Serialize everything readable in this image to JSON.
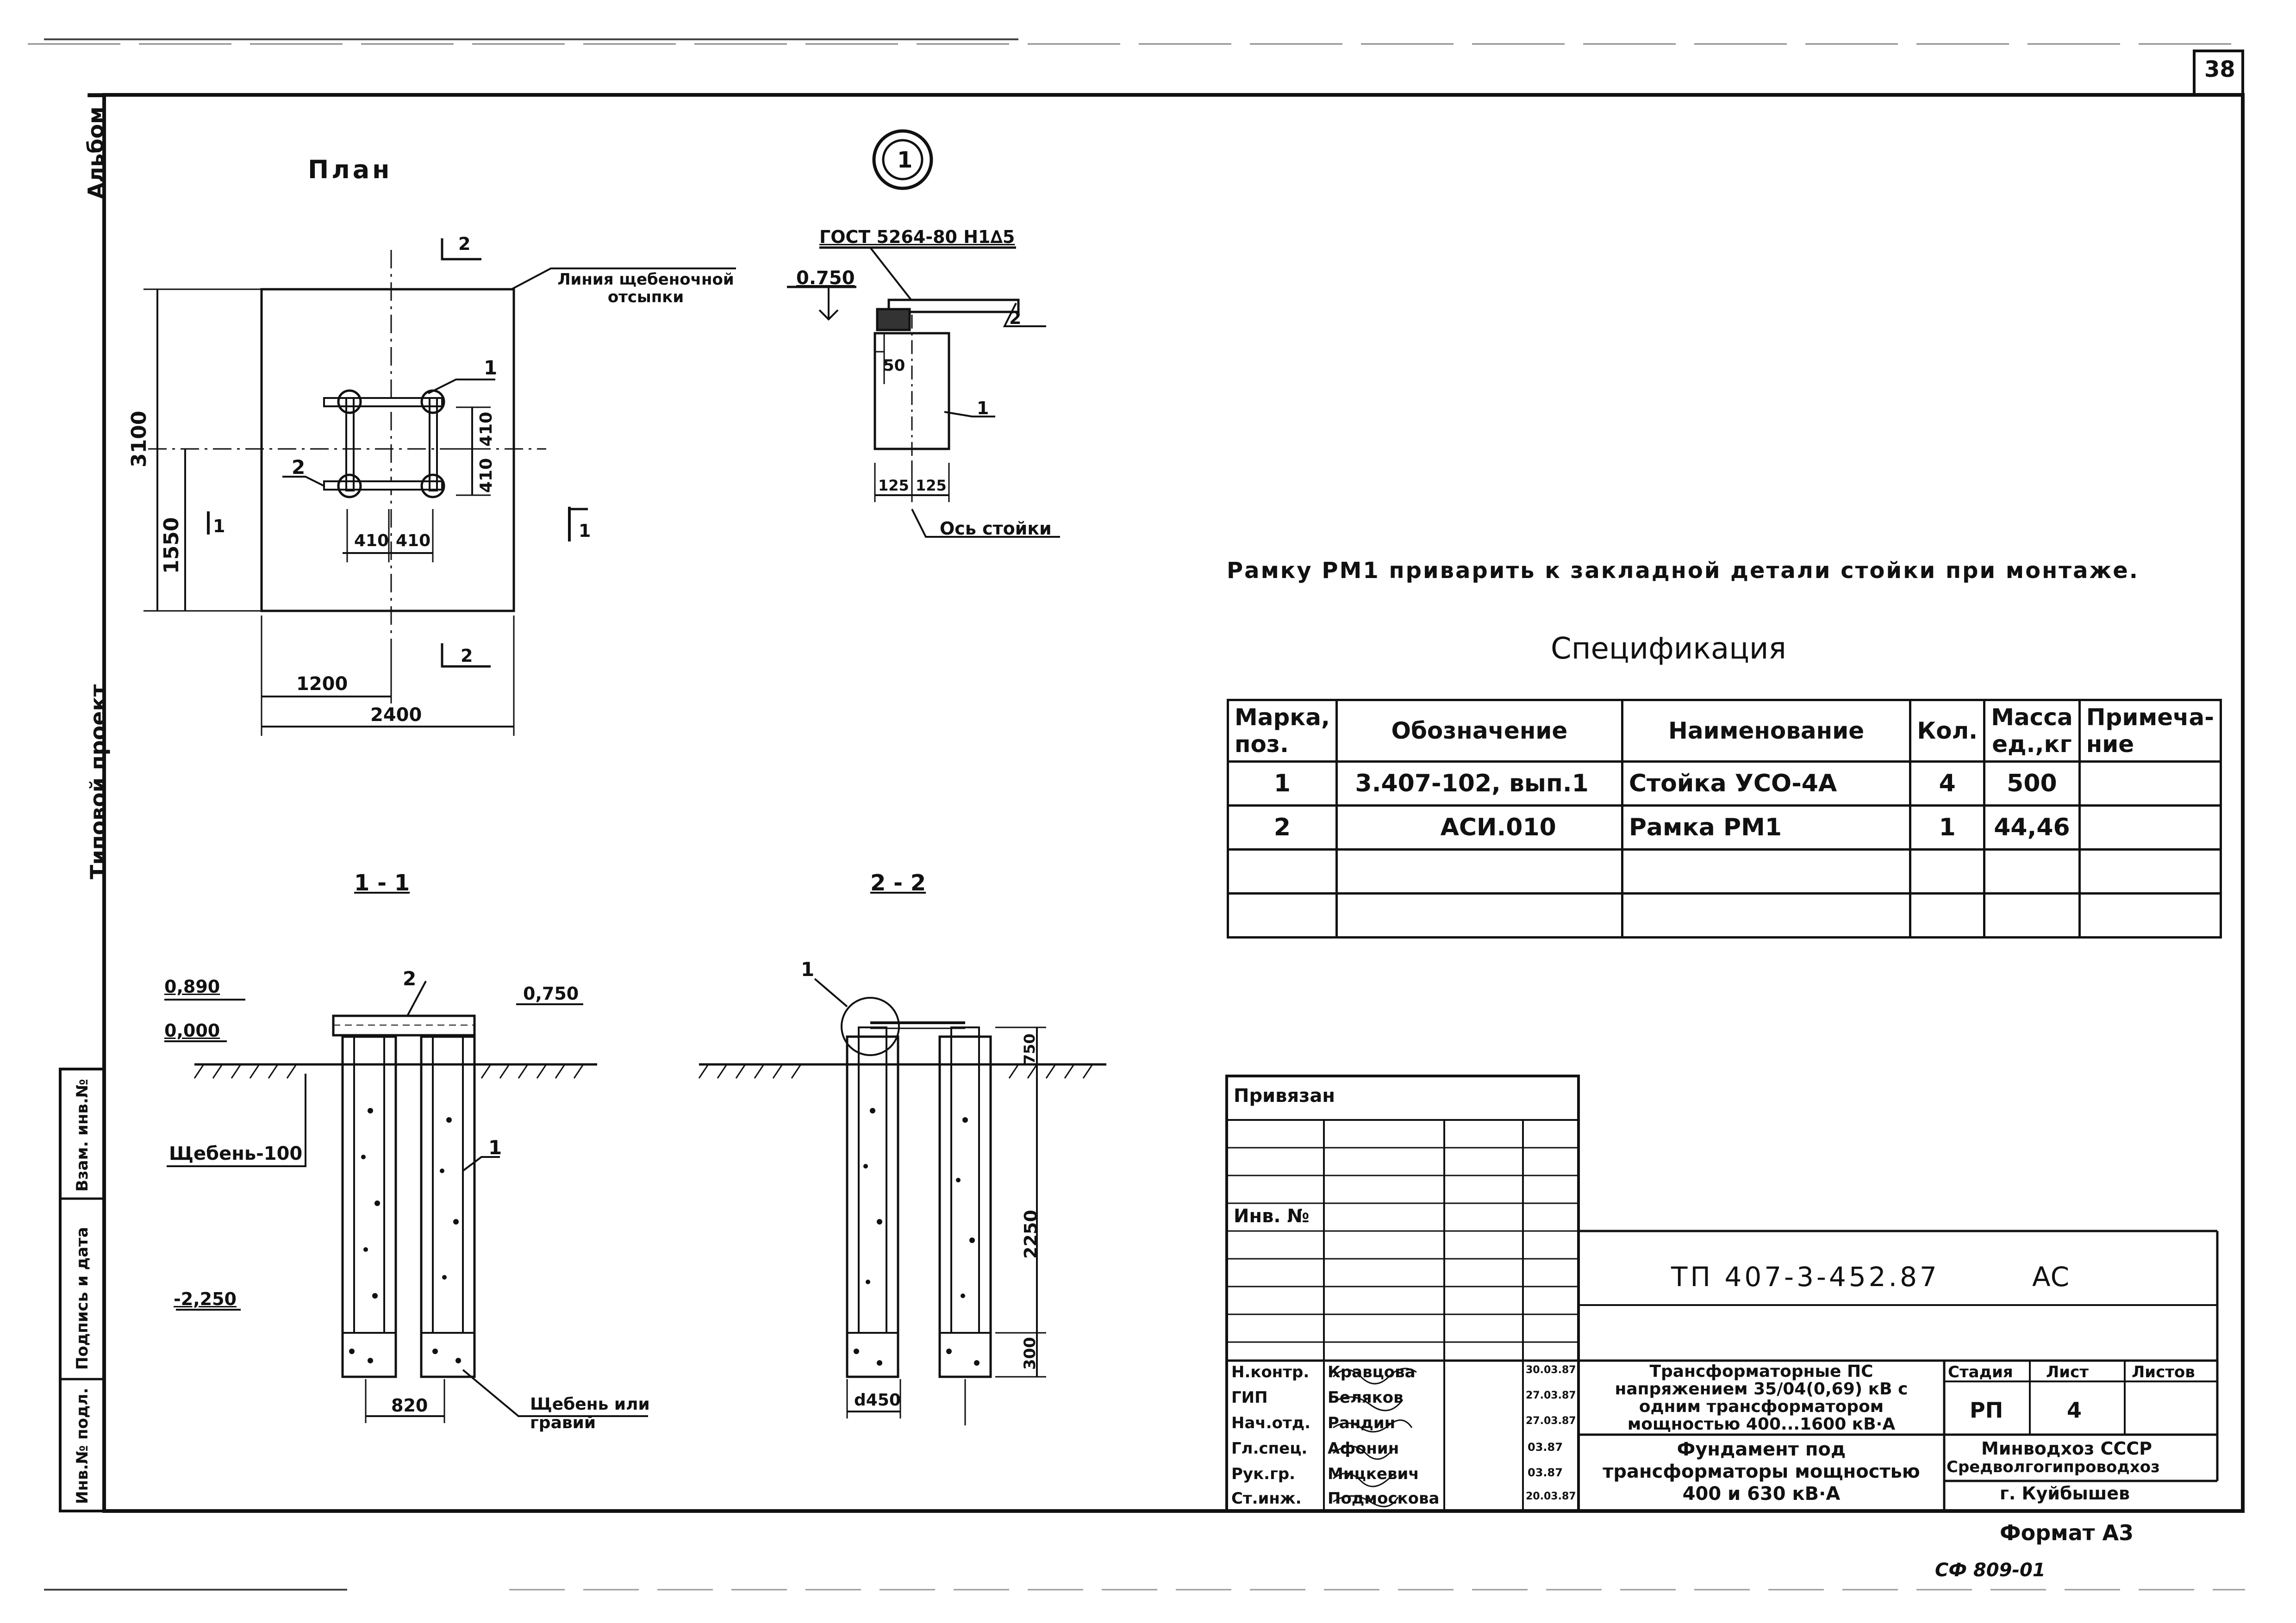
{
  "sheet": {
    "page_number": "38",
    "side_album": "Альбом I",
    "side_project": "Типовой проект",
    "side_columns": [
      "Инв.№ подл.",
      "Подпись и дата",
      "Взам. инв.№"
    ],
    "format": "Формат А3",
    "code": "СФ 809-01"
  },
  "plan": {
    "title": "План",
    "marker": "1",
    "gravel_line_label": "Линия щебеночной отсыпки",
    "dim_3100": "3100",
    "dim_1550": "1550",
    "dim_1200": "1200",
    "dim_2400": "2400",
    "dim_410": "410",
    "pos1": "1",
    "pos2": "2",
    "section1": "1",
    "section2": "2"
  },
  "detail": {
    "gost": "ГОСТ 5264-80 Н1∆5",
    "level": "0.750",
    "dim_50": "50",
    "dim_125": "125",
    "axis_label": "Ось стойки",
    "pos1": "1",
    "pos2": "2"
  },
  "note": "Рамку РМ1 приварить к закладной детали стойки при монтаже.",
  "spec": {
    "title": "Спецификация",
    "headers": [
      "Марка, поз.",
      "Обозначение",
      "Наименование",
      "Кол.",
      "Масса ед.,кг",
      "Примеча-ние"
    ],
    "rows": [
      [
        "1",
        "3.407-102, вып.1",
        "Стойка УСО-4А",
        "4",
        "500",
        ""
      ],
      [
        "2",
        "АСИ.010",
        "Рамка РМ1",
        "1",
        "44,46",
        ""
      ]
    ]
  },
  "section_1_1": {
    "title": "1 - 1",
    "level_top": "0,890",
    "level_zero": "0,000",
    "level_right": "0,750",
    "level_bottom": "-2,250",
    "gravel_100": "Щебень-100",
    "gravel_bottom": "Щебень или гравий",
    "dim_820": "820",
    "pos1": "1",
    "pos2": "2"
  },
  "section_2_2": {
    "title": "2 - 2",
    "dim_750": "750",
    "dim_2250": "2250",
    "dim_300": "300",
    "dim_d450": "d450",
    "pos1": "1"
  },
  "title_block": {
    "privyazan": "Привязан",
    "inv_no": "Инв. №",
    "doc_code": "ТП 407-3-452.87",
    "doc_suffix": "АС",
    "roles": [
      {
        "role": "Н.контр.",
        "name": "Кравцова",
        "date": "30.03.87"
      },
      {
        "role": "ГИП",
        "name": "Беляков",
        "date": "27.03.87"
      },
      {
        "role": "Нач.отд.",
        "name": "Рандин",
        "date": "27.03.87"
      },
      {
        "role": "Гл.спец.",
        "name": "Афонин",
        "date": "03.87"
      },
      {
        "role": "Рук.гр.",
        "name": "Мицкевич",
        "date": "03.87"
      },
      {
        "role": "Ст.инж.",
        "name": "Подмоскова",
        "date": "20.03.87"
      }
    ],
    "project_title": "Трансформаторные ПС напряжением 35/04(0,69) кВ с одним трансформатором мощностью 400...1600 кВ·А",
    "sheet_title": "Фундамент под трансформаторы мощностью 400 и 630 кВ·А",
    "stage_label": "Стадия",
    "sheet_label": "Лист",
    "sheets_label": "Листов",
    "stage": "РП",
    "sheet": "4",
    "org1": "Минводхоз СССР",
    "org2": "Средволгогипроводхоз",
    "org3": "г. Куйбышев"
  }
}
